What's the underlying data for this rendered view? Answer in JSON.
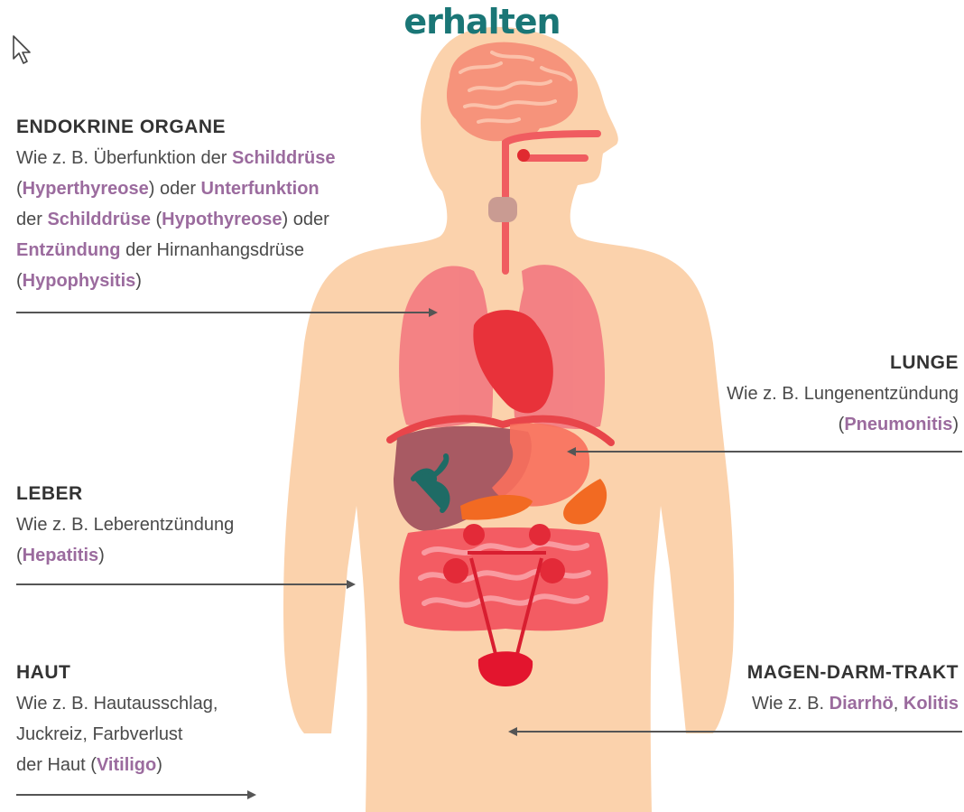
{
  "top_word": "erhalten",
  "colors": {
    "accent_text": "#1a7676",
    "highlight": "#9b6b9e",
    "body_skin": "#fbd2ac",
    "lung": "#f37d82",
    "heart": "#e8323a",
    "liver": "#a85a63",
    "stomach": "#f86f5c",
    "intestine": "#f35c63",
    "gallbladder": "#1e6b65",
    "pancreas": "#f26a22"
  },
  "icons": {
    "cursor": "mouse-pointer-icon"
  },
  "endokrine": {
    "heading": "ENDOKRINE ORGANE",
    "l1a": "Wie z. B. Überfunktion der ",
    "l1b": "Schilddrüse",
    "l2a": "(",
    "l2b": "Hyperthyreose",
    "l2c": ") oder ",
    "l2d": "Unterfunktion",
    "l3a": "der ",
    "l3b": "Schilddrüse",
    "l3c": " (",
    "l3d": "Hypothyreose",
    "l3e": ") oder",
    "l4a": "Entzündung",
    "l4b": " der Hirnanhangsdrüse",
    "l5a": "(",
    "l5b": "Hypophysitis",
    "l5c": ")"
  },
  "lunge": {
    "heading": "LUNGE",
    "l1": "Wie z. B. Lungenentzündung",
    "l2a": "(",
    "l2b": "Pneumonitis",
    "l2c": ")"
  },
  "leber": {
    "heading": "LEBER",
    "l1": "Wie z. B. Leberentzündung",
    "l2a": "(",
    "l2b": "Hepatitis",
    "l2c": ")"
  },
  "haut": {
    "heading": "HAUT",
    "l1": "Wie z. B. Hautausschlag,",
    "l2": "Juckreiz, Farbverlust",
    "l3a": "der Haut (",
    "l3b": "Vitiligo",
    "l3c": ")"
  },
  "magen": {
    "heading": "MAGEN-DARM-TRAKT",
    "l1a": "Wie z. B. ",
    "l1b": "Diarrhö",
    "l1c": ", ",
    "l1d": "Kolitis"
  }
}
